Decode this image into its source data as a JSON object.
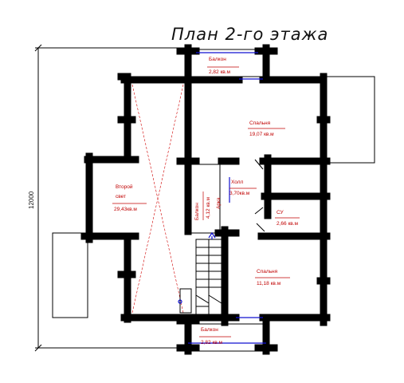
{
  "title": "План 2-го этажа",
  "dimension": "12000",
  "rooms": {
    "balcony_top": {
      "name": "Балкон",
      "area": "2,82 кв.м"
    },
    "bedroom_top": {
      "name": "Спальня",
      "area": "19,07 кв.м"
    },
    "second_light": {
      "name": "Второй",
      "name2": "свет",
      "area": "29,43кв.м"
    },
    "hall": {
      "name": "Холл",
      "area": "3,70кв.м"
    },
    "arch": {
      "name": "Арка"
    },
    "balcony_mid": {
      "name": "Балкон",
      "area": "4,12 кв.м"
    },
    "wc": {
      "name": "СУ",
      "area": "2,66 кв.м"
    },
    "bedroom_bottom": {
      "name": "Спальня",
      "area": "11,18 кв.м"
    },
    "balcony_bottom": {
      "name": "Балкон",
      "area": "2,82 кв.м"
    }
  },
  "colors": {
    "walls": "#000000",
    "labels": "#c00000",
    "doors": "#1010d0"
  }
}
